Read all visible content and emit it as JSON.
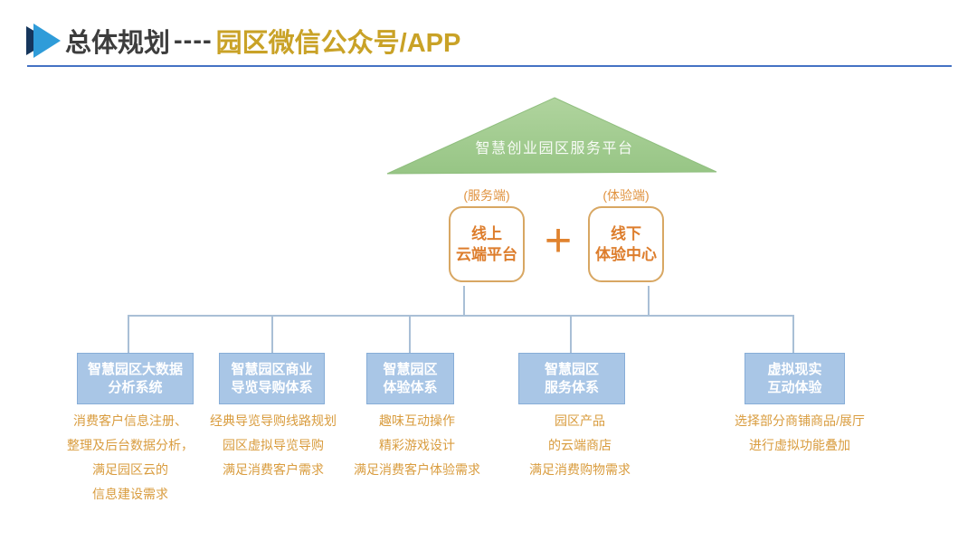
{
  "title": {
    "part1": "总体规划",
    "dashes": "----",
    "part2": "园区微信公众号/APP"
  },
  "pyramid": {
    "label": "智慧创业园区服务平台"
  },
  "platforms": {
    "plus": "+",
    "left": {
      "tag": "(服务端)",
      "line1": "线上",
      "line2": "云端平台"
    },
    "right": {
      "tag": "(体验端)",
      "line1": "线下",
      "line2": "体验中心"
    }
  },
  "systems": [
    {
      "title_lines": [
        "智慧园区大数据",
        "分析系统"
      ],
      "desc_lines": [
        "消费客户信息注册、",
        "整理及后台数据分析，",
        "满足园区云的",
        "信息建设需求"
      ]
    },
    {
      "title_lines": [
        "智慧园区商业",
        "导览导购体系"
      ],
      "desc_lines": [
        "经典导览导购线路规划",
        "园区虚拟导览导购",
        "满足消费客户需求"
      ]
    },
    {
      "title_lines": [
        "智慧园区",
        "体验体系"
      ],
      "desc_lines": [
        "趣味互动操作",
        "精彩游戏设计",
        "满足消费客户体验需求"
      ]
    },
    {
      "title_lines": [
        "智慧园区",
        "服务体系"
      ],
      "desc_lines": [
        "园区产品",
        "的云端商店",
        "满足消费购物需求"
      ]
    },
    {
      "title_lines": [
        "虚拟现实",
        "互动体验"
      ],
      "desc_lines": [
        "选择部分商铺商品/展厅",
        "进行虚拟功能叠加"
      ]
    }
  ],
  "colors": {
    "title_dark": "#3d3d3d",
    "title_gold": "#c9a227",
    "underline_blue": "#4472c4",
    "roof_green": "#a3cc90",
    "orange_text": "#dd7d2c",
    "orange_border": "#d8a763",
    "connector_blue": "#a9bfd6",
    "system_box_fill": "#a9c6e6",
    "system_box_border": "#87add7",
    "desc_orange": "#d99c3e"
  }
}
